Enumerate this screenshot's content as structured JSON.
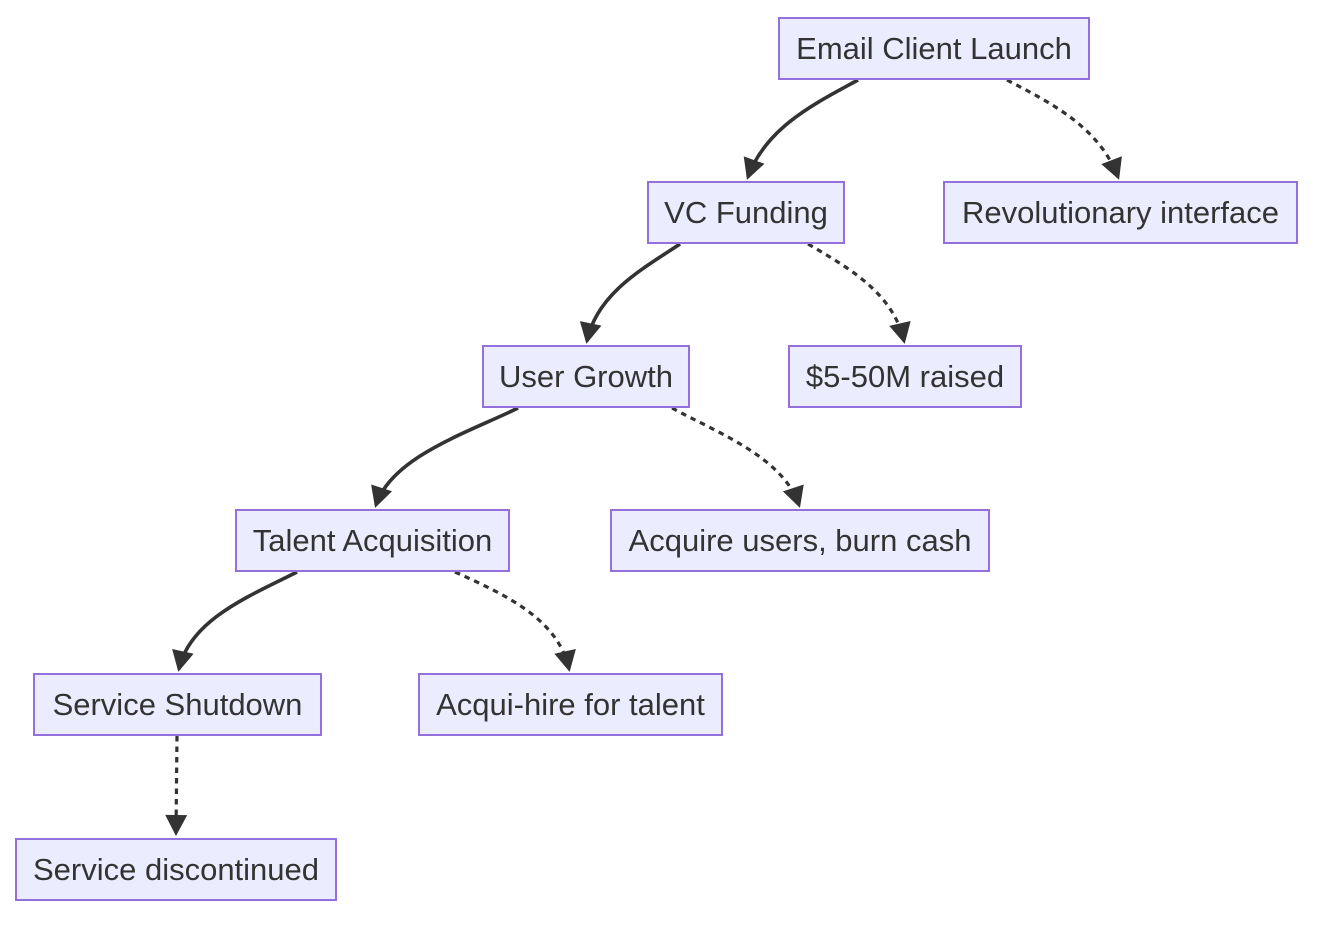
{
  "diagram": {
    "type": "flowchart",
    "direction": "top-down",
    "colors": {
      "background": "#ffffff",
      "node_fill": "#ECECFF",
      "node_border": "#9370DB",
      "edge": "#333333",
      "text": "#333333"
    },
    "nodes": [
      {
        "id": "email-client-launch",
        "label": "Email Client Launch"
      },
      {
        "id": "vc-funding",
        "label": "VC Funding"
      },
      {
        "id": "revolutionary-interface",
        "label": "Revolutionary interface"
      },
      {
        "id": "user-growth",
        "label": "User Growth"
      },
      {
        "id": "5-50m-raised",
        "label": "$5-50M raised"
      },
      {
        "id": "talent-acquisition",
        "label": "Talent Acquisition"
      },
      {
        "id": "acquire-users-burn-cash",
        "label": "Acquire users, burn cash"
      },
      {
        "id": "service-shutdown",
        "label": "Service Shutdown"
      },
      {
        "id": "acqui-hire-for-talent",
        "label": "Acqui-hire for talent"
      },
      {
        "id": "service-discontinued",
        "label": "Service discontinued"
      }
    ],
    "edges": [
      {
        "from": "email-client-launch",
        "to": "vc-funding",
        "style": "solid"
      },
      {
        "from": "email-client-launch",
        "to": "revolutionary-interface",
        "style": "dotted"
      },
      {
        "from": "vc-funding",
        "to": "user-growth",
        "style": "solid"
      },
      {
        "from": "vc-funding",
        "to": "5-50m-raised",
        "style": "dotted"
      },
      {
        "from": "user-growth",
        "to": "talent-acquisition",
        "style": "solid"
      },
      {
        "from": "user-growth",
        "to": "acquire-users-burn-cash",
        "style": "dotted"
      },
      {
        "from": "talent-acquisition",
        "to": "service-shutdown",
        "style": "solid"
      },
      {
        "from": "talent-acquisition",
        "to": "acqui-hire-for-talent",
        "style": "dotted"
      },
      {
        "from": "service-shutdown",
        "to": "service-discontinued",
        "style": "dotted"
      }
    ]
  }
}
